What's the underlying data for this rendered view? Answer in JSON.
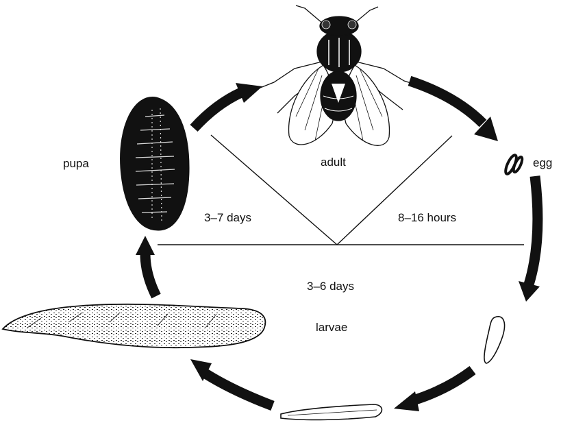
{
  "stages": {
    "adult": "adult",
    "egg": "egg",
    "larvae": "larvae",
    "pupa": "pupa"
  },
  "durations": {
    "egg_stage": "8–16 hours",
    "larval_stage": "3–6 days",
    "pupal_stage": "3–7 days"
  },
  "colors": {
    "ink": "#111111",
    "background": "#ffffff"
  }
}
